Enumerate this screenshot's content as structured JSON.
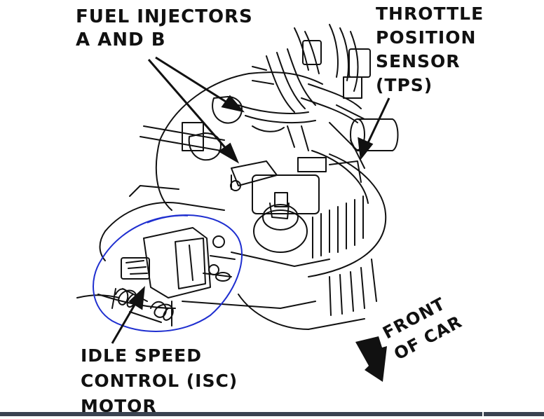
{
  "labels": {
    "fuel_injectors": [
      "FUEL INJECTORS",
      "A AND B"
    ],
    "tps": [
      "THROTTLE",
      "POSITION",
      "SENSOR",
      "(TPS)"
    ],
    "isc": [
      "IDLE SPEED",
      "CONTROL (ISC)",
      "MOTOR"
    ],
    "front": [
      "FRONT",
      "OF CAR"
    ]
  },
  "colors": {
    "ink": "#111111",
    "annotation": "#1f2fd0",
    "bottom_bar": "#3a4250"
  }
}
